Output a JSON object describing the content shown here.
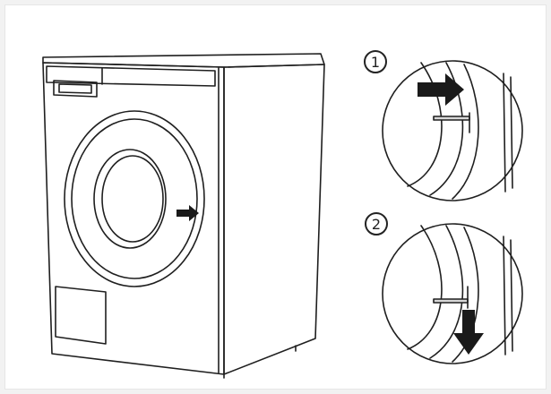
{
  "steps": [
    {
      "label": "1",
      "arrow": "right",
      "description_icon": "arrow-right-icon"
    },
    {
      "label": "2",
      "arrow": "down",
      "description_icon": "arrow-down-icon"
    }
  ],
  "colors": {
    "line": "#1f1f1f",
    "arrow": "#1a1a1a",
    "background": "#ffffff",
    "frame": "#f2f2f2"
  }
}
